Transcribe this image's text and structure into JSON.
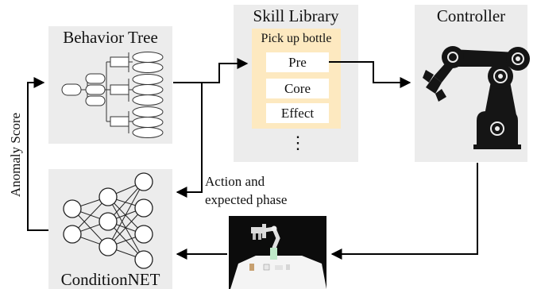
{
  "behavior_tree": {
    "title": "Behavior Tree"
  },
  "skill_library": {
    "title": "Skill Library",
    "skill_name": "Pick up bottle",
    "steps": [
      "Pre",
      "Core",
      "Effect"
    ],
    "more": "⋮"
  },
  "controller": {
    "title": "Controller"
  },
  "condition_net": {
    "title": "ConditionNET"
  },
  "labels": {
    "anomaly_score": "Anomaly Score",
    "action_line1": "Action and",
    "action_line2": "expected phase"
  },
  "colors": {
    "panel": "#ececec",
    "skill_highlight": "#fde9c0",
    "arrow": "#000000",
    "robot": "#151515"
  }
}
